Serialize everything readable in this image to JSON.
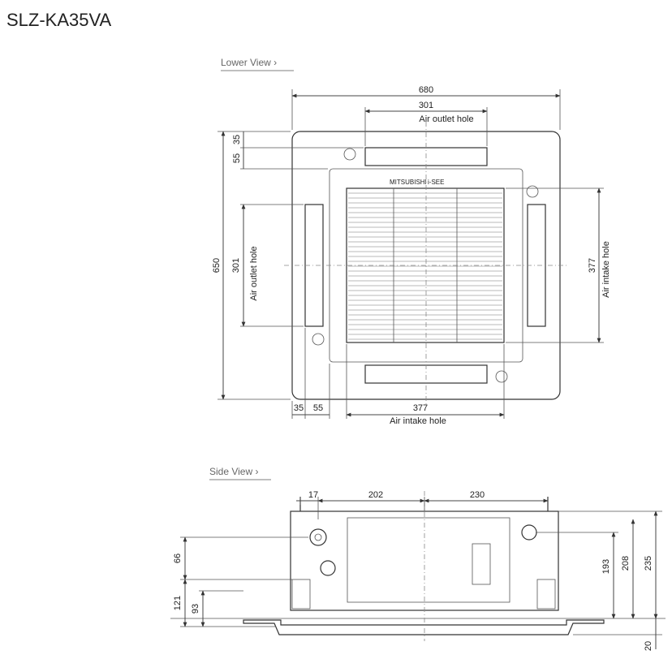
{
  "title": "SLZ-KA35VA",
  "lower_view": {
    "label": "Lower View ›",
    "dim_width": "680",
    "dim_outlet_top": "301",
    "outlet_hole_top": "Air outlet hole",
    "dim_height": "650",
    "dim_outlet_left": "301",
    "outlet_hole_left": "Air outlet hole",
    "dim_intake_right": "377",
    "intake_hole_right": "Air intake hole",
    "dim_35_top": "35",
    "dim_55_top": "55",
    "dim_35_bottom": "35",
    "dim_55_bottom": "55",
    "dim_intake_bottom": "377",
    "intake_hole_bottom": "Air intake hole",
    "brand_text": "MITSUBISHI",
    "logo_text": "i-SEE"
  },
  "side_view": {
    "label": "Side View ›",
    "dim_17": "17",
    "dim_202": "202",
    "dim_230": "230",
    "dim_66": "66",
    "dim_121": "121",
    "dim_93": "93",
    "dim_193": "193",
    "dim_208": "208",
    "dim_235": "235",
    "dim_20": "20"
  }
}
